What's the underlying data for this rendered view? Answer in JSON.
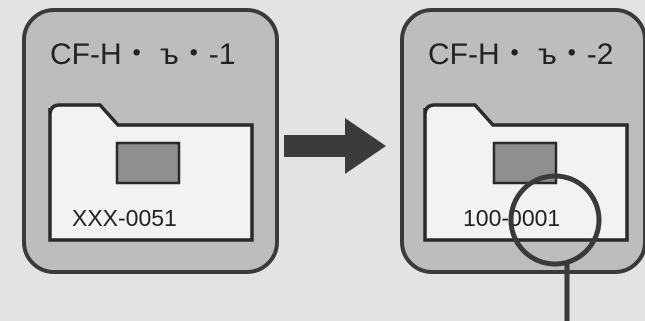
{
  "diagram": {
    "left_card": {
      "title": "CF-H・ ъ・-1",
      "folder_label": "XXX-0051"
    },
    "right_card": {
      "title": "CF-H・ ъ・-2",
      "folder_label": "100-0001"
    },
    "arrow_icon": "right-arrow-icon",
    "magnifier_icon": "callout-circle-icon",
    "colors": {
      "background": "#e3e3e1",
      "card_fill": "#bdbdbb",
      "card_stroke": "#3a3a3a",
      "folder_fill": "#f2f2f0",
      "chip_fill": "#8f8f8d"
    }
  }
}
